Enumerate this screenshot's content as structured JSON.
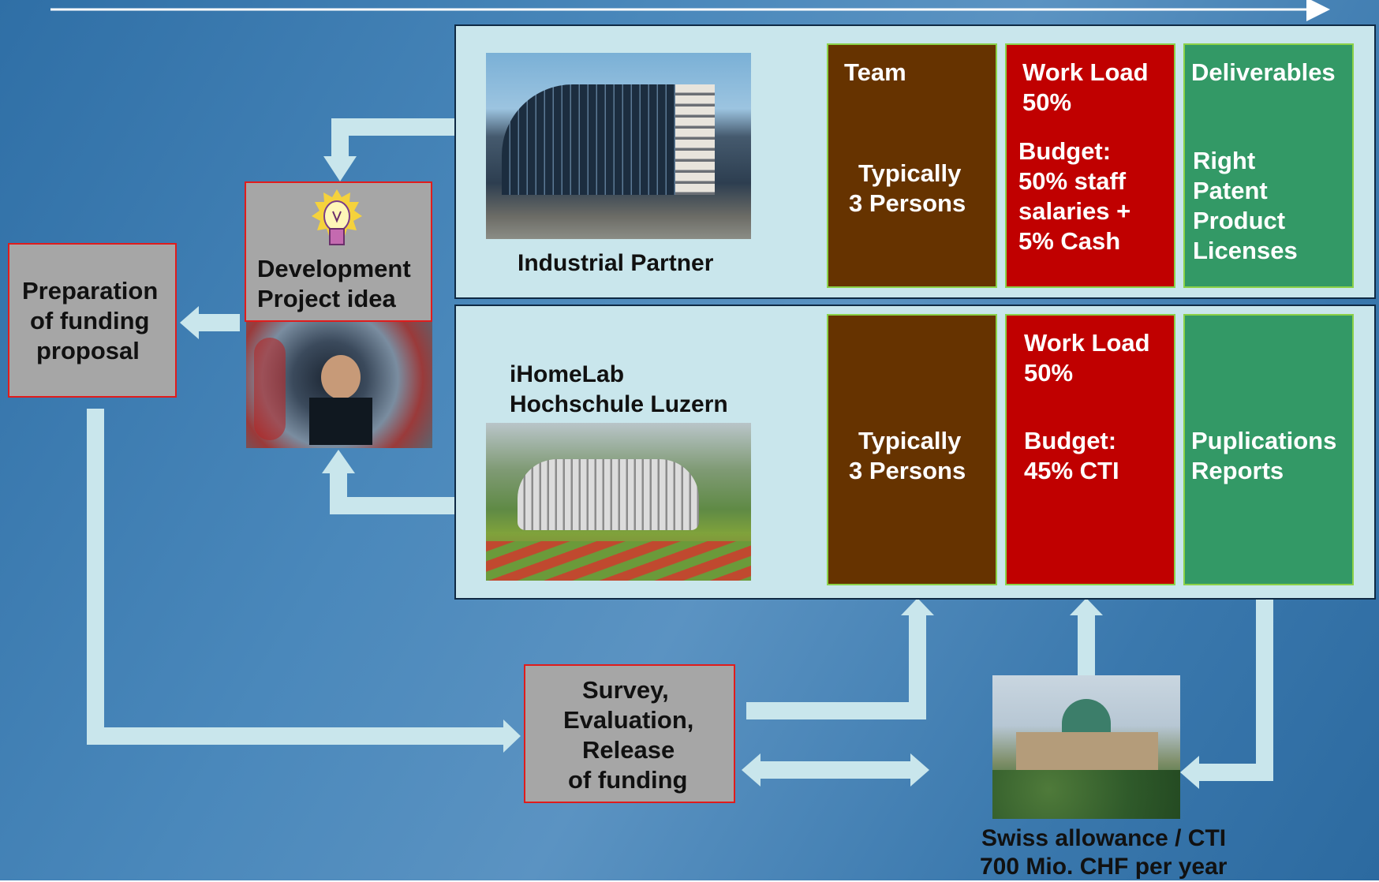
{
  "industrial": {
    "label": "Industrial Partner",
    "team": {
      "title": "Team",
      "line1": "Typically",
      "line2": "3 Persons"
    },
    "workload": {
      "line1": "Work Load",
      "line2": "50%",
      "budget1": "Budget:",
      "budget2": "50% staff",
      "budget3": "salaries +",
      "budget4": "5% Cash"
    },
    "deliverables": {
      "title": "Deliverables",
      "items": [
        "Right",
        "Patent",
        "Product",
        "Licenses"
      ]
    }
  },
  "ihomelab": {
    "label1": "iHomeLab",
    "label2": "Hochschule Luzern",
    "team": {
      "line1": "Typically",
      "line2": "3 Persons"
    },
    "workload": {
      "line1": "Work Load",
      "line2": "50%",
      "budget1": "Budget:",
      "budget2": "45% CTI"
    },
    "deliverables": {
      "items": [
        "Puplications",
        "Reports"
      ]
    }
  },
  "idea": {
    "line1": "Development",
    "line2": "Project idea"
  },
  "preparation": {
    "lines": [
      "Preparation",
      "of funding",
      "proposal"
    ]
  },
  "survey": {
    "lines": [
      "Survey,",
      "Evaluation,",
      "Release",
      "of funding"
    ]
  },
  "cti": {
    "line1": "Swiss allowance / CTI",
    "line2": "700 Mio. CHF per year"
  },
  "colors": {
    "team": "#663300",
    "workload": "#c00000",
    "deliverables": "#339966",
    "arrow": "#c9e6ec",
    "box_border": "#e01c1c"
  },
  "icons": [
    "lightbulb-icon",
    "office-building-image",
    "ihomelab-building-image",
    "students-photo-image",
    "federal-palace-image"
  ]
}
